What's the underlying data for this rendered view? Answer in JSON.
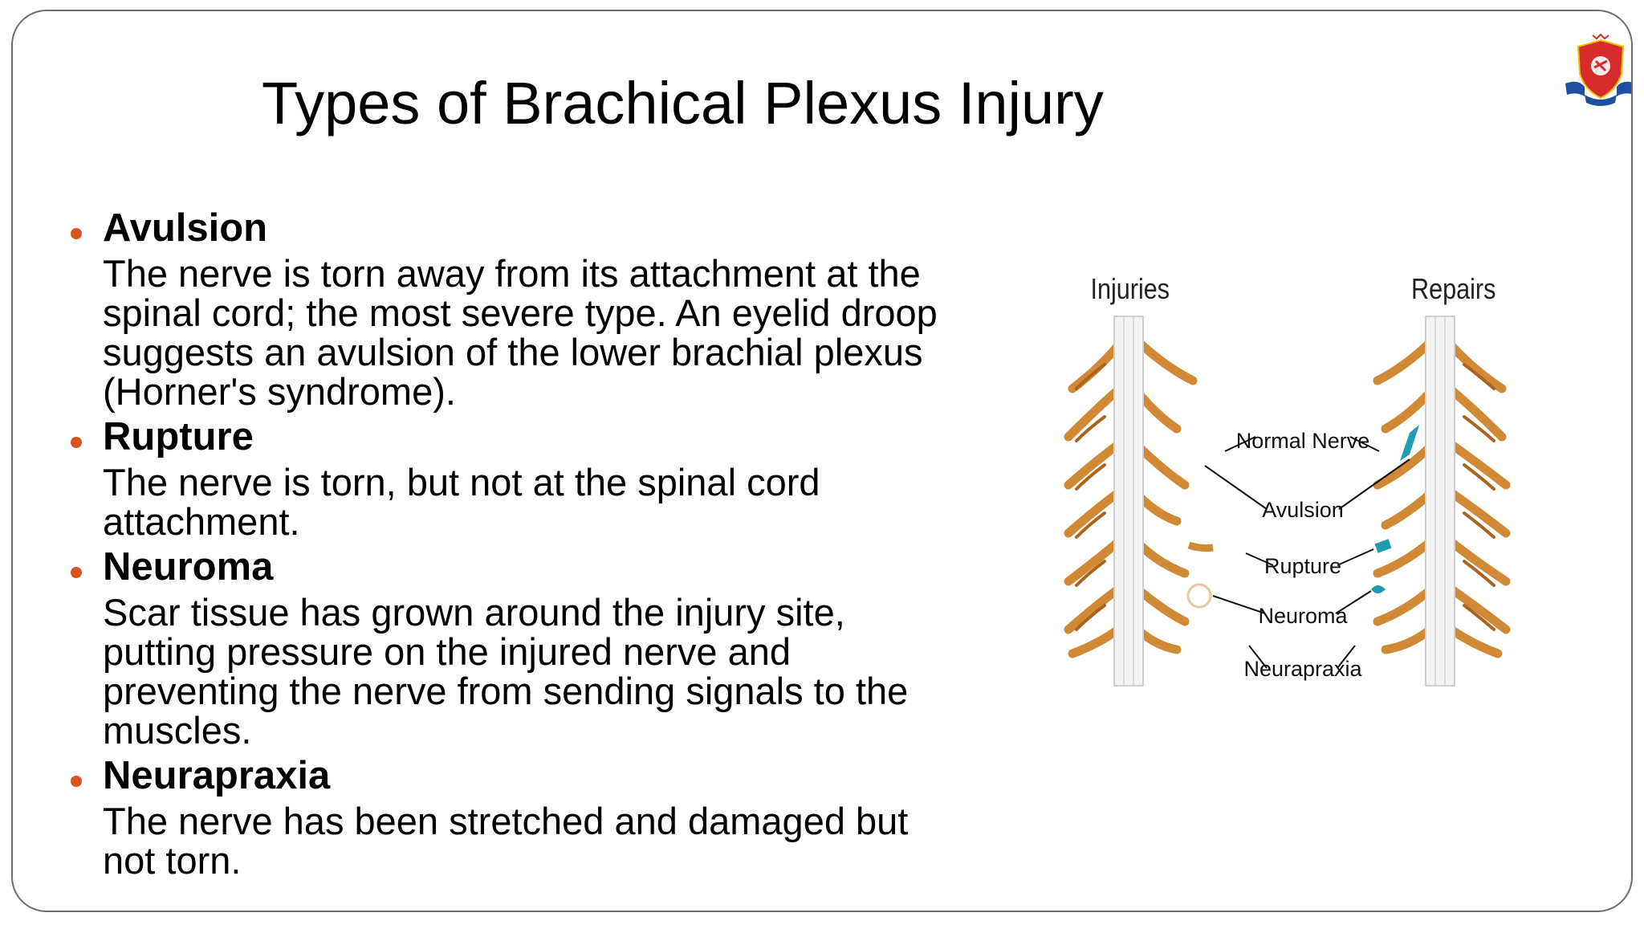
{
  "slide": {
    "title": "Types of Brachical Plexus Injury"
  },
  "bullets": [
    {
      "heading": "Avulsion",
      "lines": [
        "The nerve is torn away from its attachment at the",
        "spinal cord; the most severe type. An eyelid droop",
        "suggests an avulsion of the lower brachial plexus",
        "(Horner's syndrome)."
      ]
    },
    {
      "heading": "Rupture",
      "lines": [
        "The nerve is torn, but not at the spinal cord",
        "attachment."
      ]
    },
    {
      "heading": "Neuroma",
      "lines": [
        "Scar tissue has grown around the injury site,",
        "putting pressure on the injured nerve and",
        "preventing the nerve from sending signals to the",
        "muscles."
      ]
    },
    {
      "heading": "Neurapraxia",
      "lines": [
        "The nerve has been stretched and damaged but",
        "not torn."
      ]
    }
  ],
  "diagram": {
    "left_heading": "Injuries",
    "right_heading": "Repairs",
    "labels": {
      "normal": "Normal Nerve",
      "avulsion": "Avulsion",
      "rupture": "Rupture",
      "neuroma": "Neuroma",
      "neurapraxia": "Neurapraxia"
    },
    "colors": {
      "nerve": "#d08a35",
      "nerve_dark": "#a9651d",
      "repair": "#1e9bb0",
      "spine": "#f2f2f2"
    }
  },
  "colors": {
    "bullet": "#d9531e",
    "frame": "#6e6e6e"
  }
}
